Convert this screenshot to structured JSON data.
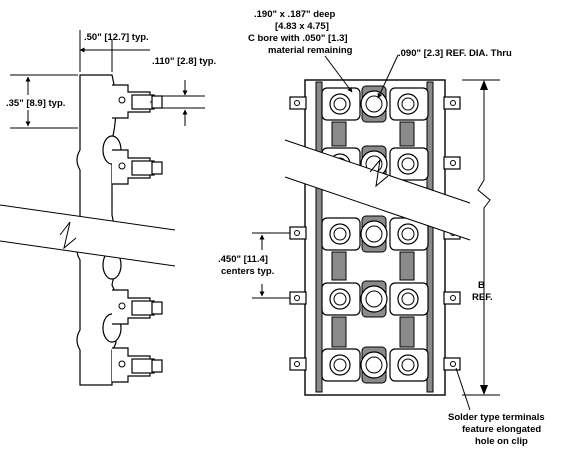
{
  "labels": {
    "pitch_width": ".50\" [12.7] typ.",
    "clip_height": ".110\" [2.8] typ.",
    "side_pitch": ".35\" [8.9] typ.",
    "cbore_line1": ".190\" x .187\" deep",
    "cbore_line2": "[4.83 x 4.75]",
    "cbore_line3": "C bore with .050\" [1.3]",
    "cbore_line4": "material remaining",
    "hole_dia": ".090\" [2.3] REF. DIA. Thru",
    "centers_line1": ".450\" [11.4]",
    "centers_line2": "centers typ.",
    "b_ref_line1": "B",
    "b_ref_line2": "REF.",
    "solder_line1": "Solder type terminals",
    "solder_line2": "feature elongated",
    "solder_line3": "hole on clip"
  }
}
